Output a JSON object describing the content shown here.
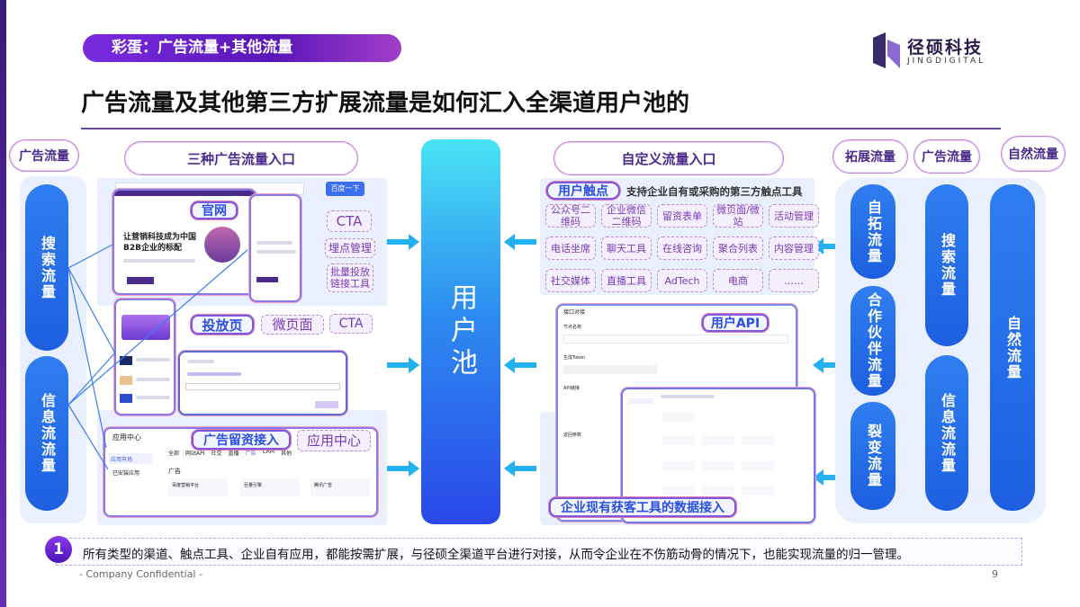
{
  "header": {
    "badge": "彩蛋：广告流量+其他流量",
    "logo_cn": "径硕科技",
    "logo_en": "JINGDIGITAL",
    "title": "广告流量及其他第三方扩展流量是如何汇入全渠道用户池的"
  },
  "left": {
    "pill": "广告流量",
    "sources": [
      "搜索流量",
      "信息流流量"
    ],
    "section_title": "三种广告流量入口",
    "search_button": "百度一下",
    "website": {
      "label": "官网",
      "headline": "让营销科技成为中国B2B企业的标配",
      "tags": [
        "CTA",
        "埋点管理",
        "批量投放链接工具"
      ]
    },
    "landing": {
      "label": "投放页",
      "tags": [
        "微页面",
        "CTA"
      ]
    },
    "leads": {
      "label": "广告留资接入",
      "tag": "应用中心",
      "app_title": "应用中心",
      "side": [
        "应用市场",
        "已安装应用"
      ],
      "tabs": [
        "全部",
        "网站API",
        "社交",
        "直播",
        "广告",
        "CRM",
        "其他"
      ],
      "section": "广告",
      "apps": [
        "百度营销平台",
        "巨量引擎",
        "腾讯广告"
      ]
    }
  },
  "center": {
    "pool": "用户池"
  },
  "right": {
    "section_title": "自定义流量入口",
    "touch": {
      "label": "用户触点",
      "desc": "支持企业自有或采购的第三方触点工具",
      "items": [
        "公众号二维码",
        "企业微信二维码",
        "留资表单",
        "微页面/微站",
        "活动管理",
        "电话坐席",
        "聊天工具",
        "在线咨询",
        "聚合列表",
        "内容管理",
        "社交媒体",
        "直播工具",
        "AdTech",
        "电商",
        "……"
      ]
    },
    "api": {
      "label": "用户API",
      "panel_title": "接口对接",
      "fields": [
        "节点名称",
        "生成Token",
        "API链接",
        "返回参数"
      ],
      "data_label": "企业现有获客工具的数据接入"
    },
    "pills": [
      "拓展流量",
      "广告流量",
      "自然流量"
    ],
    "expand": [
      "自拓流量",
      "合作伙伴流量",
      "裂变流量"
    ],
    "ads": [
      "搜索流量",
      "信息流流量"
    ],
    "natural": "自然流量"
  },
  "footer": {
    "note_num": "1",
    "note": "所有类型的渠道、触点工具、企业自有应用，都能按需扩展，与径硕全渠道平台进行对接，从而令企业在不伤筋动骨的情况下，也能实现流量的归一管理。",
    "confidential": "- Company Confidential -",
    "page": "9"
  },
  "colors": {
    "accent": "#2f7ef0",
    "brand": "#6a2bb8",
    "pool": "#2d8cf0"
  }
}
